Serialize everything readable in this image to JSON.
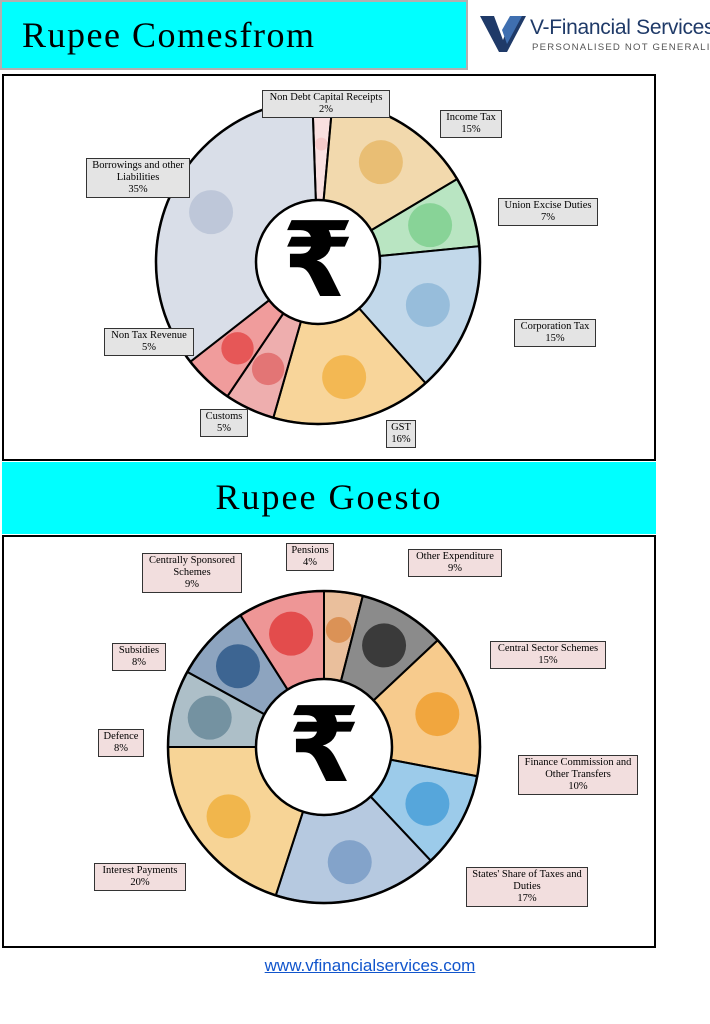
{
  "header": {
    "title": "Rupee Comesfrom"
  },
  "logo": {
    "name": "V-Financial Services",
    "tagline": "PERSONALISED NOT GENERALISED",
    "brand_color": "#1f3a68"
  },
  "section2": {
    "title": "Rupee Goesto"
  },
  "footer": {
    "link": "www.vfinancialservices.com"
  },
  "icons": {
    "center": "rupee-symbol-icon"
  },
  "chart_data": [
    {
      "type": "pie",
      "title": "Rupee Comesfrom",
      "categories": [
        "Non Debt Capital Receipts",
        "Income Tax",
        "Union Excise Duties",
        "Corporation Tax",
        "GST",
        "Customs",
        "Non Tax Revenue",
        "Borrowings and other Liabilities"
      ],
      "values": [
        2,
        15,
        7,
        15,
        16,
        5,
        5,
        35
      ],
      "labels": [
        {
          "name": "Non Debt Capital Receipts",
          "pct": "2%"
        },
        {
          "name": "Income Tax",
          "pct": "15%"
        },
        {
          "name": "Union Excise Duties",
          "pct": "7%"
        },
        {
          "name": "Corporation Tax",
          "pct": "15%"
        },
        {
          "name": "GST",
          "pct": "16%"
        },
        {
          "name": "Customs",
          "pct": "5%"
        },
        {
          "name": "Non Tax Revenue",
          "pct": "5%"
        },
        {
          "name": "Borrowings and other Liabilities",
          "pct": "35%"
        }
      ],
      "colors": [
        "#f4c6c6",
        "#e8b96a",
        "#7fd08f",
        "#8fb8d8",
        "#f2b347",
        "#e06b6b",
        "#e44b4b",
        "#b9c3d6"
      ],
      "label_bg": "#e4e4e4"
    },
    {
      "type": "pie",
      "title": "Rupee Goesto",
      "categories": [
        "Pensions",
        "Other Expenditure",
        "Central Sector Schemes",
        "Finance Commission and Other Transfers",
        "States' Share of Taxes and Duties",
        "Interest Payments",
        "Defence",
        "Subsidies",
        "Centrally Sponsored Schemes"
      ],
      "values": [
        4,
        9,
        15,
        10,
        17,
        20,
        8,
        8,
        9
      ],
      "labels": [
        {
          "name": "Pensions",
          "pct": "4%"
        },
        {
          "name": "Other Expenditure",
          "pct": "9%"
        },
        {
          "name": "Central Sector Schemes",
          "pct": "15%"
        },
        {
          "name": "Finance Commission and Other Transfers",
          "pct": "10%"
        },
        {
          "name": "States' Share of Taxes and Duties",
          "pct": "17%"
        },
        {
          "name": "Interest Payments",
          "pct": "20%"
        },
        {
          "name": "Defence",
          "pct": "8%"
        },
        {
          "name": "Subsidies",
          "pct": "8%"
        },
        {
          "name": "Centrally Sponsored Schemes",
          "pct": "9%"
        }
      ],
      "colors": [
        "#d88a4a",
        "#2b2b2b",
        "#f0a030",
        "#4aa0d8",
        "#7a9cc6",
        "#f0b040",
        "#6a8a9a",
        "#2f5a8a",
        "#e04040"
      ],
      "label_bg": "#f2dede"
    }
  ]
}
